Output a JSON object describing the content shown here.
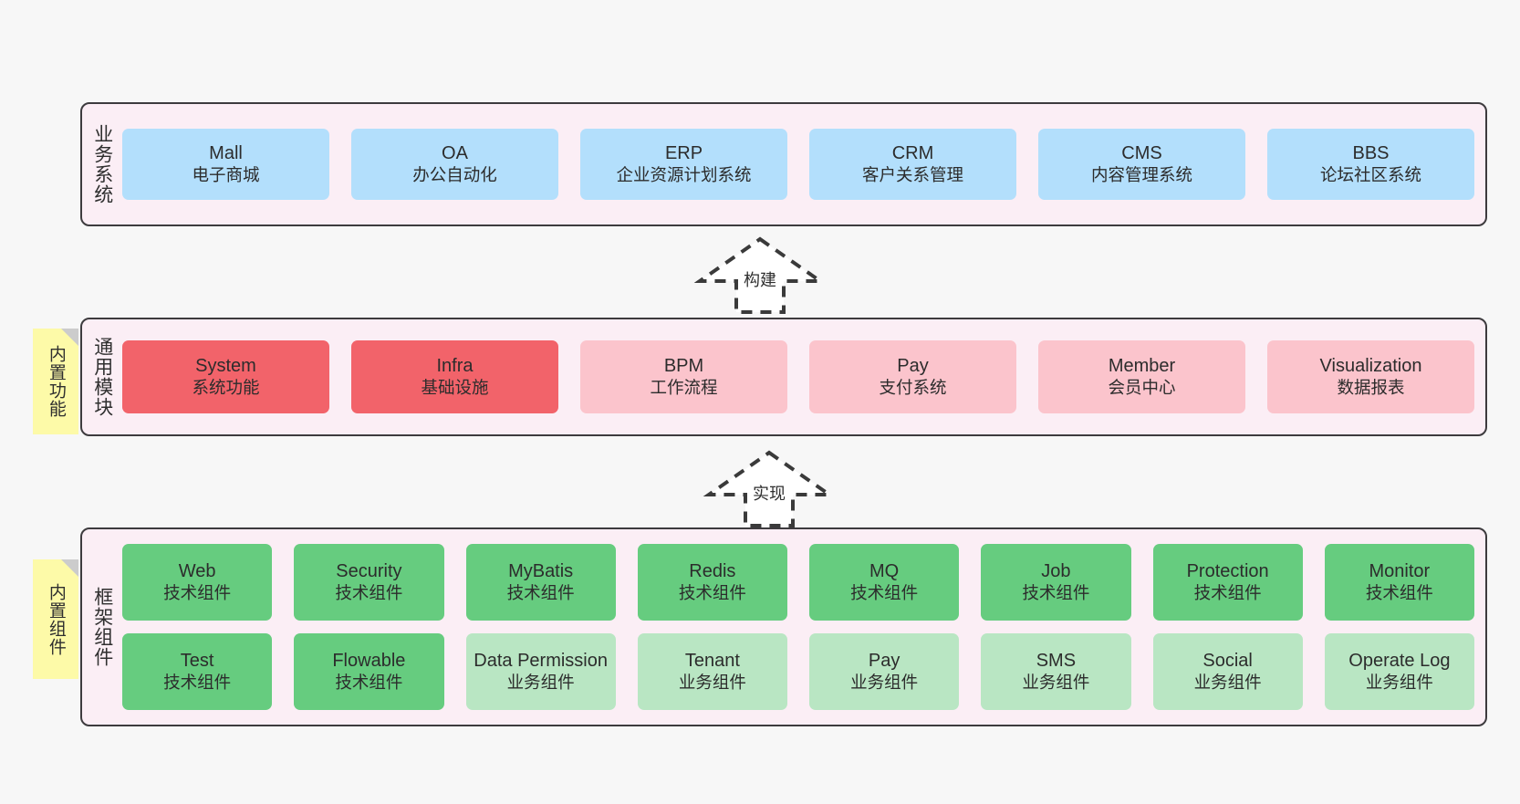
{
  "diagram": {
    "title": "",
    "colors": {
      "background": "#f7f7f7",
      "layer_fill": "#fbeef5",
      "layer_border": "#3d3b3e",
      "business_box": "#b3dffc",
      "module_primary": "#f2636a",
      "module_secondary": "#fbc4cc",
      "tech_component": "#66cc7f",
      "business_component": "#b9e6c3",
      "note_fill": "#fdfaa8",
      "note_fold": "#cccccc"
    }
  },
  "layers": {
    "business": {
      "title": "业务系统",
      "rows": [
        [
          {
            "en": "Mall",
            "cn": "电子商城",
            "style": "blue"
          },
          {
            "en": "OA",
            "cn": "办公自动化",
            "style": "blue"
          },
          {
            "en": "ERP",
            "cn": "企业资源计划系统",
            "style": "blue"
          },
          {
            "en": "CRM",
            "cn": "客户关系管理",
            "style": "blue"
          },
          {
            "en": "CMS",
            "cn": "内容管理系统",
            "style": "blue"
          },
          {
            "en": "BBS",
            "cn": "论坛社区系统",
            "style": "blue"
          }
        ]
      ]
    },
    "common": {
      "title": "通用模块",
      "rows": [
        [
          {
            "en": "System",
            "cn": "系统功能",
            "style": "red"
          },
          {
            "en": "Infra",
            "cn": "基础设施",
            "style": "red"
          },
          {
            "en": "BPM",
            "cn": "工作流程",
            "style": "pink"
          },
          {
            "en": "Pay",
            "cn": "支付系统",
            "style": "pink"
          },
          {
            "en": "Member",
            "cn": "会员中心",
            "style": "pink"
          },
          {
            "en": "Visualization",
            "cn": "数据报表",
            "style": "pink"
          }
        ]
      ]
    },
    "framework": {
      "title": "框架组件",
      "rows": [
        [
          {
            "en": "Web",
            "cn": "技术组件",
            "style": "green"
          },
          {
            "en": "Security",
            "cn": "技术组件",
            "style": "green"
          },
          {
            "en": "MyBatis",
            "cn": "技术组件",
            "style": "green"
          },
          {
            "en": "Redis",
            "cn": "技术组件",
            "style": "green"
          },
          {
            "en": "MQ",
            "cn": "技术组件",
            "style": "green"
          },
          {
            "en": "Job",
            "cn": "技术组件",
            "style": "green"
          },
          {
            "en": "Protection",
            "cn": "技术组件",
            "style": "green"
          },
          {
            "en": "Monitor",
            "cn": "技术组件",
            "style": "green"
          }
        ],
        [
          {
            "en": "Test",
            "cn": "技术组件",
            "style": "green"
          },
          {
            "en": "Flowable",
            "cn": "技术组件",
            "style": "green"
          },
          {
            "en": "Data Permission",
            "cn": "业务组件",
            "style": "lgreen"
          },
          {
            "en": "Tenant",
            "cn": "业务组件",
            "style": "lgreen"
          },
          {
            "en": "Pay",
            "cn": "业务组件",
            "style": "lgreen"
          },
          {
            "en": "SMS",
            "cn": "业务组件",
            "style": "lgreen"
          },
          {
            "en": "Social",
            "cn": "业务组件",
            "style": "lgreen"
          },
          {
            "en": "Operate Log",
            "cn": "业务组件",
            "style": "lgreen"
          }
        ]
      ]
    }
  },
  "notes": [
    {
      "label": "内置功能"
    },
    {
      "label": "内置组件"
    }
  ],
  "arrows": [
    {
      "label": "构建"
    },
    {
      "label": "实现"
    }
  ]
}
